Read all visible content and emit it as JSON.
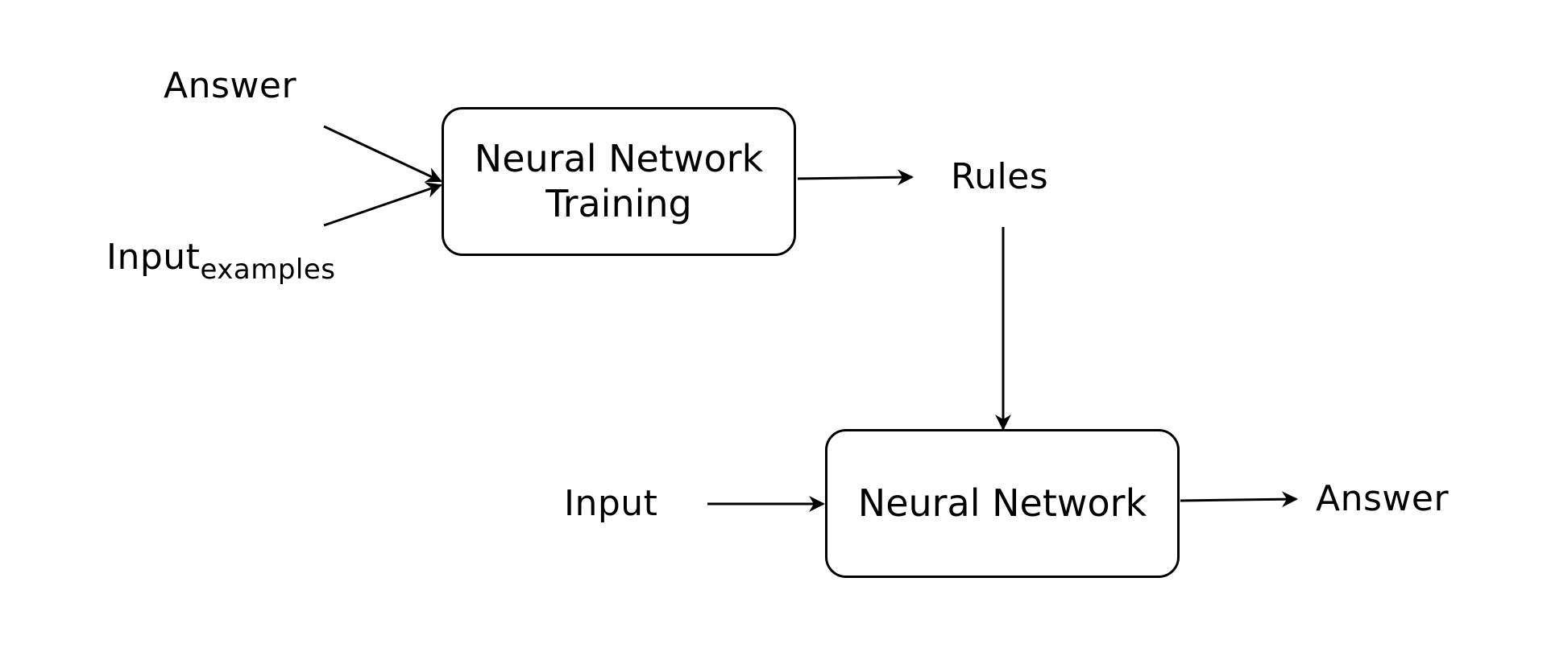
{
  "diagram": {
    "colors": {
      "stroke": "#000000",
      "background": "#ffffff",
      "text": "#000000"
    },
    "labels": {
      "answer_in": "Answer",
      "input_examples_main": "Input",
      "input_examples_sub": "examples",
      "rules": "Rules",
      "input": "Input",
      "answer_out": "Answer"
    },
    "boxes": {
      "training": {
        "line1": "Neural Network",
        "line2": "Training"
      },
      "network": {
        "line1": "Neural Network"
      }
    }
  }
}
